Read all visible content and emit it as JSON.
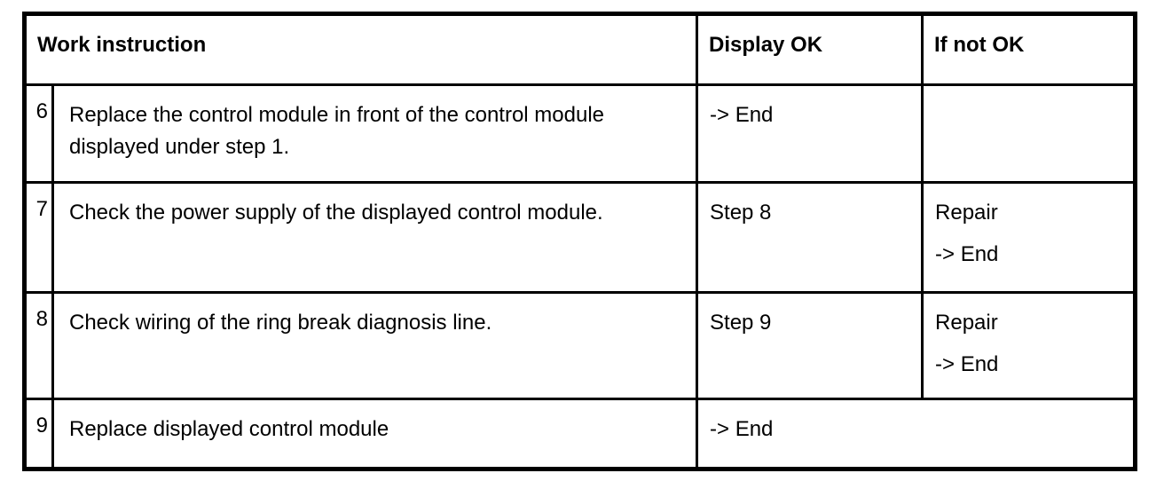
{
  "page": {
    "background_color": "#ffffff",
    "text_color": "#000000",
    "border_color": "#000000"
  },
  "table": {
    "headers": {
      "work_instruction": "Work instruction",
      "display_ok": "Display OK",
      "if_not_ok": "If not OK"
    },
    "rows": [
      {
        "num": "6",
        "instruction": "Replace the control module in front of the control module displayed under step 1.",
        "display_ok": [
          "-> End"
        ],
        "if_not_ok": [],
        "merged_result": false
      },
      {
        "num": "7",
        "instruction": "Check the power supply of the displayed control module.",
        "display_ok": [
          "Step 8"
        ],
        "if_not_ok": [
          "Repair",
          "-> End"
        ],
        "merged_result": false
      },
      {
        "num": "8",
        "instruction": "Check wiring of the ring break diagnosis line.",
        "display_ok": [
          "Step 9"
        ],
        "if_not_ok": [
          "Repair",
          "-> End"
        ],
        "merged_result": false
      },
      {
        "num": "9",
        "instruction": "Replace displayed control module",
        "display_ok": [
          "-> End"
        ],
        "if_not_ok": [],
        "merged_result": true
      }
    ]
  }
}
